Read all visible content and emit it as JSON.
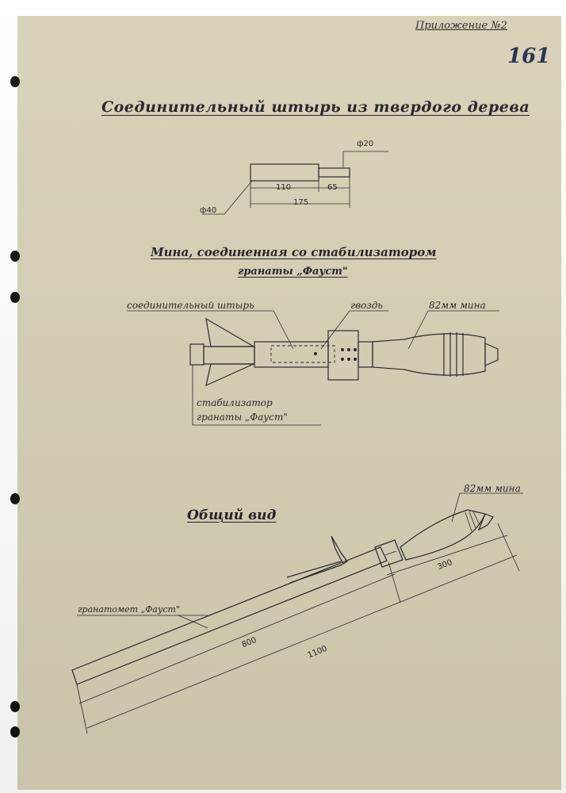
{
  "annex_label": "Приложение №2",
  "page_number": "161",
  "section1": {
    "title": "Соединительный штырь из твердого дерева",
    "dim_d20": "ф20",
    "dim_d40": "ф40",
    "dim_110": "110",
    "dim_65": "65",
    "dim_175": "175"
  },
  "section2": {
    "title_line1": "Мина, соединенная со стабилизатором",
    "title_line2": "гранаты „Фауст\"",
    "label_pin": "соединительный штырь",
    "label_nail": "гвоздь",
    "label_mine": "82мм мина",
    "label_stab_line1": "стабилизатор",
    "label_stab_line2": "гранаты „Фауст\""
  },
  "section3": {
    "title": "Общий вид",
    "label_mine": "82мм мина",
    "label_launcher": "гранатомет „Фауст\"",
    "dim_300": "300",
    "dim_800": "800",
    "dim_1100": "1100"
  }
}
